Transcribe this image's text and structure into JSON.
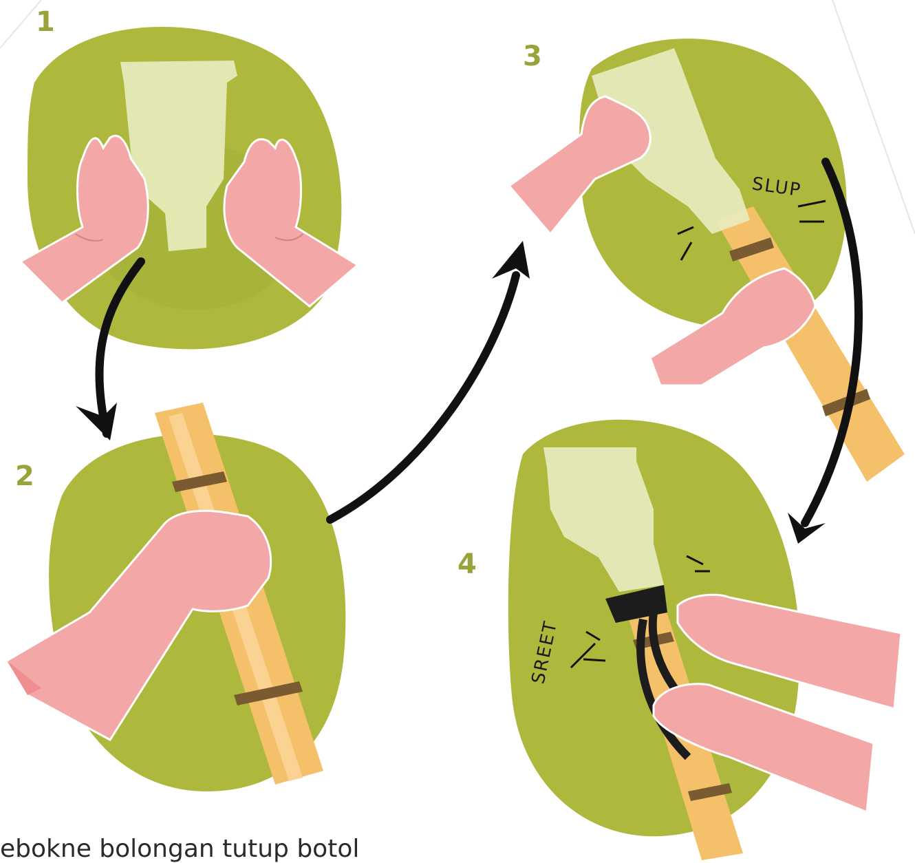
{
  "steps": [
    {
      "number": "1",
      "description": "hands squeezing plastic bottle on green mat"
    },
    {
      "number": "2",
      "description": "hand gripping bamboo pole"
    },
    {
      "number": "3",
      "description": "bottle slid onto bamboo pole"
    },
    {
      "number": "4",
      "description": "bottle neck tied with black rubber strap"
    }
  ],
  "sound_effects": {
    "step3": "SLUP",
    "step4": "SREET"
  },
  "caption": "ebokne bolongan tutup botol",
  "colors": {
    "mat_green": "#adb83c",
    "skin_pink": "#f4a7a7",
    "bottle_tint": "#e9ecc0",
    "bamboo": "#f5c06a",
    "bamboo_ring": "#7a5a30",
    "number_color": "#9aa23a",
    "arrow": "#111111"
  }
}
